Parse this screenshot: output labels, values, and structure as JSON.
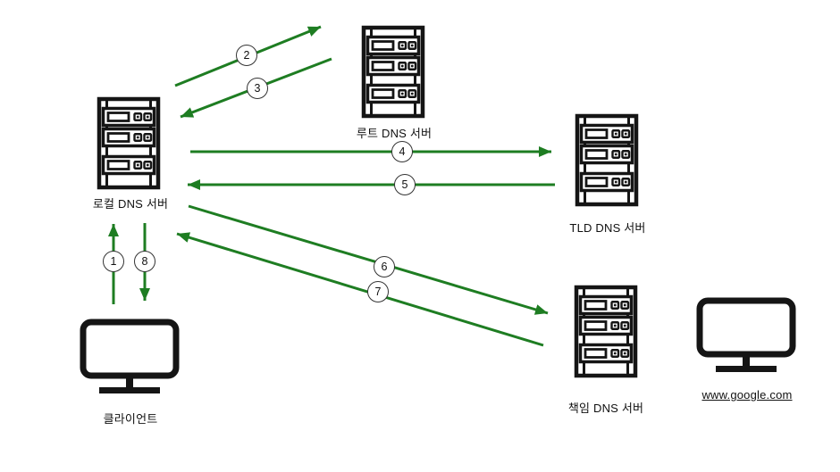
{
  "nodes": {
    "local_dns": {
      "label": "로컬 DNS 서버"
    },
    "root_dns": {
      "label": "루트 DNS 서버"
    },
    "tld_dns": {
      "label": "TLD DNS 서버"
    },
    "auth_dns": {
      "label": "책임 DNS 서버"
    },
    "client": {
      "label": "클라이언트"
    },
    "website": {
      "label": "www.google.com"
    }
  },
  "steps": [
    {
      "number": "1",
      "from": "client",
      "to": "local_dns"
    },
    {
      "number": "2",
      "from": "local_dns",
      "to": "root_dns"
    },
    {
      "number": "3",
      "from": "root_dns",
      "to": "local_dns"
    },
    {
      "number": "4",
      "from": "local_dns",
      "to": "tld_dns"
    },
    {
      "number": "5",
      "from": "tld_dns",
      "to": "local_dns"
    },
    {
      "number": "6",
      "from": "local_dns",
      "to": "auth_dns"
    },
    {
      "number": "7",
      "from": "auth_dns",
      "to": "local_dns"
    },
    {
      "number": "8",
      "from": "local_dns",
      "to": "client"
    }
  ],
  "colors": {
    "arrow_green": "#1e7d22",
    "icon_black": "#151515",
    "circle_border": "#333333"
  }
}
